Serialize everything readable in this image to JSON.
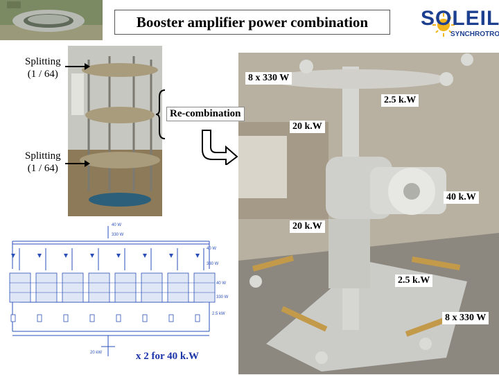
{
  "title": "Booster amplifier power combination",
  "logo": {
    "word": "SOLEIL",
    "sub": "SYNCHROTRON"
  },
  "left_labels": {
    "splitting_top": [
      "Splitting",
      "(1 / 64)"
    ],
    "splitting_bottom": [
      "Splitting",
      "(1 / 64)"
    ],
    "recombination": "Re-combination"
  },
  "photo_labels": {
    "amp_top": "8 x 330 W",
    "kw_2_5_top": "2.5 k.W",
    "kw_20_top": "20 k.W",
    "kw_40": "40 k.W",
    "kw_20_bottom": "20 k.W",
    "kw_2_5_bottom": "2.5 k.W",
    "amp_bottom": "8 x 330 W"
  },
  "schematic": {
    "top_40w": "40 W",
    "top_330w": "330 W",
    "right_40w": "40 W",
    "right_330w_a": "330 W",
    "right_40w_b": "40 W",
    "right_330w_b": "330 W",
    "right_2_5kw": "2.5 kW",
    "bottom_20kw": "20 kW",
    "note": "x 2 for 40 k.W"
  },
  "colors": {
    "logo_blue": "#1c3f8f",
    "logo_sun": "#f2b51c",
    "schematic_blue": "#2a4fb8",
    "note_blue": "#1b34a8"
  }
}
